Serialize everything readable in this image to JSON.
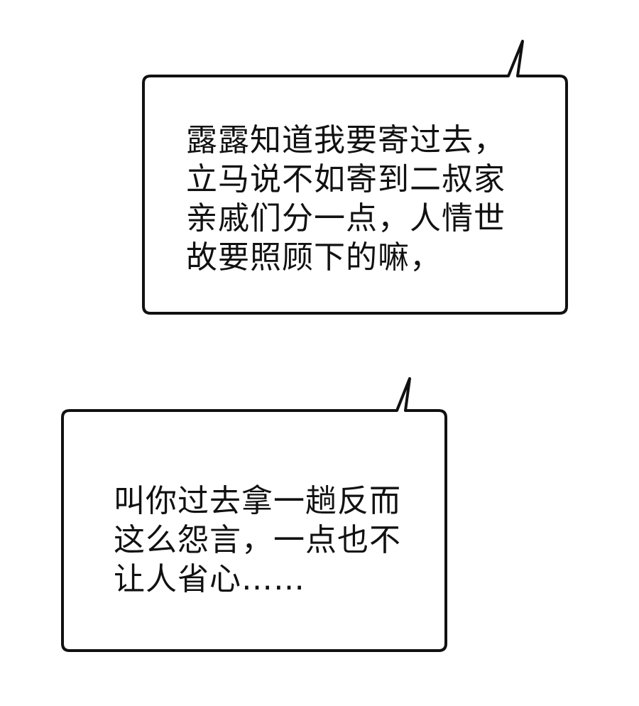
{
  "bubbles": [
    {
      "lines": [
        "露露知道我要寄过去，",
        "立马说不如寄到二叔家",
        "亲戚们分一点，人情世",
        "故要照顾下的嘛，"
      ]
    },
    {
      "lines": [
        "叫你过去拿一趟反而",
        "这么怨言，一点也不",
        "让人省心……"
      ]
    }
  ]
}
